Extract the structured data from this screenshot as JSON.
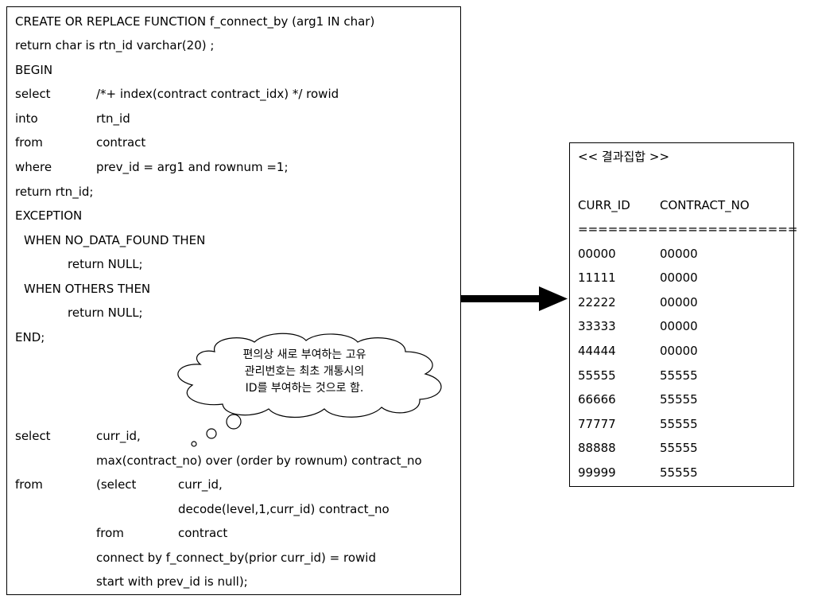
{
  "code": {
    "lines": [
      {
        "c1": "CREATE OR REPLACE FUNCTION f_connect_by (arg1 IN char)"
      },
      {
        "c1": "return char is rtn_id varchar(20) ;"
      },
      {
        "c1": "BEGIN"
      },
      {
        "c1": "select",
        "c2": "/*+ index(contract contract_idx) */ rowid"
      },
      {
        "c1": "into",
        "c2": "rtn_id"
      },
      {
        "c1": "from",
        "c2": "contract"
      },
      {
        "c1": "where",
        "c2": "prev_id = arg1 and rownum =1;"
      },
      {
        "c1": "return rtn_id;"
      },
      {
        "c1": "EXCEPTION"
      },
      {
        "c1": "WHEN NO_DATA_FOUND THEN"
      },
      {
        "c1": "return NULL;"
      },
      {
        "c1": "WHEN OTHERS THEN"
      },
      {
        "c1": "return NULL;"
      },
      {
        "c1": "END;"
      },
      {
        "c1": "select",
        "c2": "curr_id,"
      },
      {
        "c2": "max(contract_no) over (order by rownum) contract_no"
      },
      {
        "c1": "from",
        "c2": "(select",
        "c3": "curr_id,"
      },
      {
        "c3": "decode(level,1,curr_id) contract_no"
      },
      {
        "c2": "from",
        "c3": "contract"
      },
      {
        "c2": "connect by f_connect_by(prior curr_id) = rowid"
      },
      {
        "c2": "start with prev_id is null);"
      }
    ]
  },
  "note": {
    "line1": "편의상 새로 부여하는 고유",
    "line2": "관리번호는 최초 개통시의",
    "line3": "ID를 부여하는 것으로 함."
  },
  "result": {
    "title": "<< 결과집합 >>",
    "header_curr": "CURR_ID",
    "header_contract": "CONTRACT_NO",
    "separator": "======================",
    "rows": [
      {
        "curr_id": "00000",
        "contract_no": "00000"
      },
      {
        "curr_id": "11111",
        "contract_no": "00000"
      },
      {
        "curr_id": "22222",
        "contract_no": "00000"
      },
      {
        "curr_id": "33333",
        "contract_no": "00000"
      },
      {
        "curr_id": "44444",
        "contract_no": "00000"
      },
      {
        "curr_id": "55555",
        "contract_no": "55555"
      },
      {
        "curr_id": "66666",
        "contract_no": "55555"
      },
      {
        "curr_id": "77777",
        "contract_no": "55555"
      },
      {
        "curr_id": "88888",
        "contract_no": "55555"
      },
      {
        "curr_id": "99999",
        "contract_no": "55555"
      }
    ]
  }
}
